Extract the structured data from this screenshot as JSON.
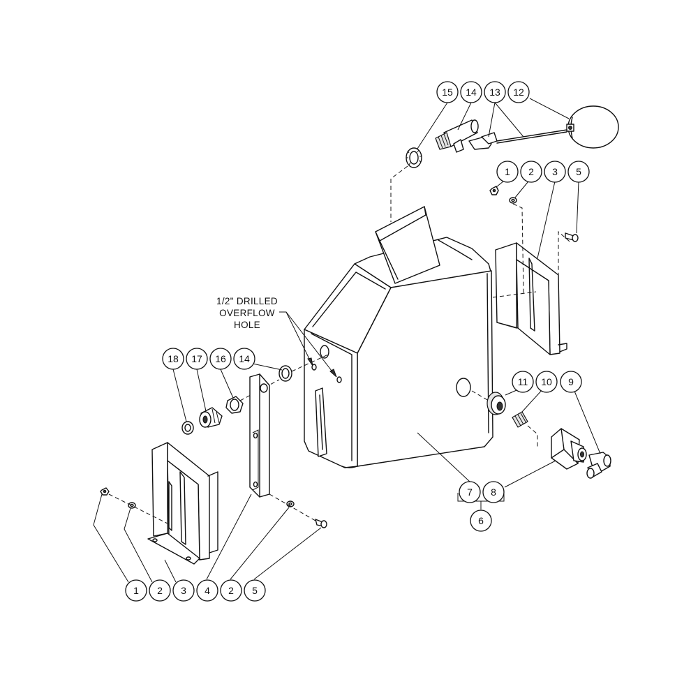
{
  "note": {
    "lines": [
      "1/2\" DRILLED",
      "OVERFLOW",
      "HOLE"
    ]
  },
  "callouts": [
    {
      "label": "15"
    },
    {
      "label": "14"
    },
    {
      "label": "13"
    },
    {
      "label": "12"
    },
    {
      "label": "1"
    },
    {
      "label": "2"
    },
    {
      "label": "3"
    },
    {
      "label": "5"
    },
    {
      "label": "18"
    },
    {
      "label": "17"
    },
    {
      "label": "16"
    },
    {
      "label": "14"
    },
    {
      "label": "11"
    },
    {
      "label": "10"
    },
    {
      "label": "9"
    },
    {
      "label": "7"
    },
    {
      "label": "8"
    },
    {
      "label": "6"
    },
    {
      "label": "1"
    },
    {
      "label": "2"
    },
    {
      "label": "3"
    },
    {
      "label": "4"
    },
    {
      "label": "2"
    },
    {
      "label": "5"
    }
  ]
}
